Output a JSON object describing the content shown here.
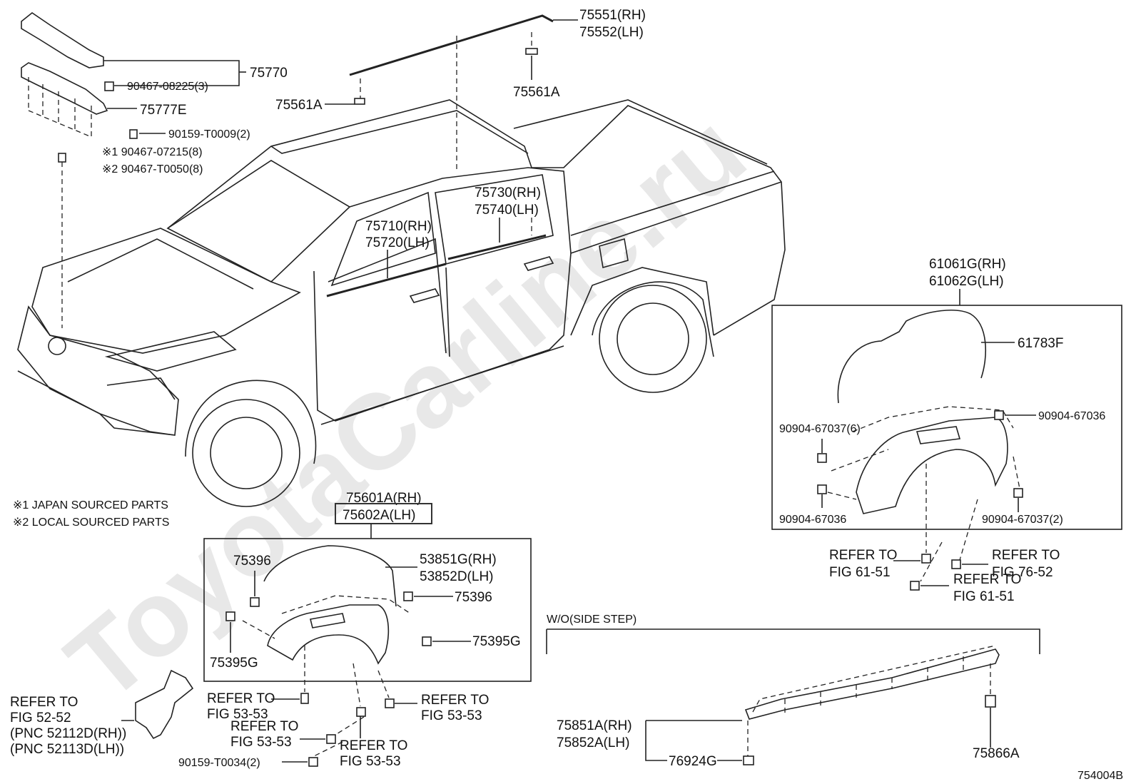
{
  "watermark": "ToyotaCarline.ru",
  "figure_id": "754004B",
  "notes": [
    "※1 JAPAN SOURCED PARTS",
    "※2 LOCAL SOURCED PARTS"
  ],
  "labels": {
    "p75551": "75551(RH)",
    "p75552": "75552(LH)",
    "p75770": "75770",
    "p90467_08225": "90467-08225(3)",
    "p75777e": "75777E",
    "p90159_t0009": "90159-T0009(2)",
    "p90467_07215": "※1 90467-07215(8)",
    "p90467_t0050": "※2 90467-T0050(8)",
    "p75561a_left": "75561A",
    "p75561a_right": "75561A",
    "p75730": "75730(RH)",
    "p75740": "75740(LH)",
    "p75710": "75710(RH)",
    "p75720": "75720(LH)",
    "p61061g": "61061G(RH)",
    "p61062g": "61062G(LH)",
    "p61783f": "61783F",
    "p90904_67037_6": "90904-67037(6)",
    "p90904_67036_r": "90904-67036",
    "p90904_67036_l": "90904-67036",
    "p90904_67037_2": "90904-67037(2)",
    "ref61_51_a1": "REFER TO",
    "ref61_51_a2": "FIG 61-51",
    "ref76_52_1": "REFER TO",
    "ref76_52_2": "FIG 76-52",
    "ref61_51_b1": "REFER TO",
    "ref61_51_b2": "FIG 61-51",
    "p75601a": "75601A(RH)",
    "p75602a": "75602A(LH)",
    "p75396_a": "75396",
    "p75396_b": "75396",
    "p53851g": "53851G(RH)",
    "p53852d": "53852D(LH)",
    "p75395g_a": "75395G",
    "p75395g_b": "75395G",
    "ref52_52_1": "REFER TO",
    "ref52_52_2": "FIG 52-52",
    "ref52_52_3": "(PNC 52112D(RH))",
    "ref52_52_4": "(PNC 52113D(LH))",
    "ref53_53_a1": "REFER TO",
    "ref53_53_a2": "FIG 53-53",
    "ref53_53_b1": "REFER TO",
    "ref53_53_b2": "FIG 53-53",
    "ref53_53_c1": "REFER TO",
    "ref53_53_c2": "FIG 53-53",
    "ref53_53_d1": "REFER TO",
    "ref53_53_d2": "FIG 53-53",
    "p90159_t0034": "90159-T0034(2)",
    "wo_side_step": "W/O(SIDE STEP)",
    "p75851a": "75851A(RH)",
    "p75852a": "75852A(LH)",
    "p76924g": "76924G",
    "p75866a": "75866A"
  }
}
